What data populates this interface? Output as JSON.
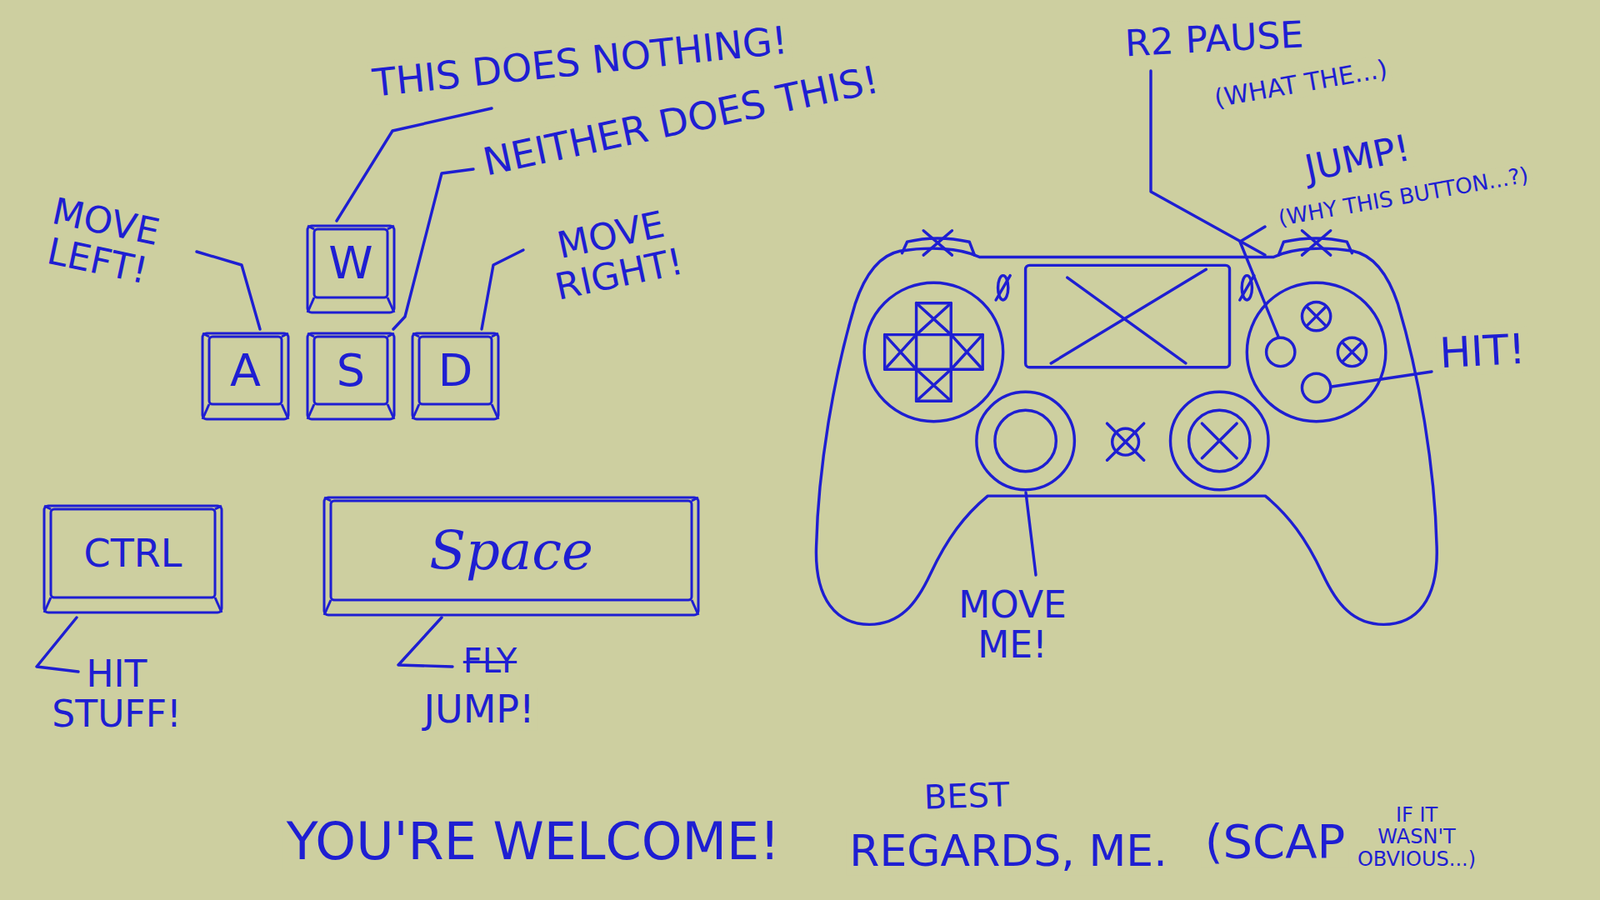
{
  "diagram": {
    "nodes": [
      {
        "text": [
          "W"
        ]
      },
      {
        "text": [
          "A"
        ]
      },
      {
        "text": [
          "S"
        ]
      },
      {
        "text": [
          "D"
        ]
      },
      {
        "text": [
          "CTRL"
        ]
      },
      {
        "text": [
          "Space"
        ]
      }
    ],
    "labels": [
      "THIS DOES NOTHING!",
      "NEITHER DOES THIS!",
      "MOVE LEFT!",
      "MOVE RIGHT!",
      "HIT STUFF!",
      "FLY",
      "JUMP!",
      "R2 PAUSE",
      "(WHAT THE...)",
      "JUMP!",
      "(WHY THIS BUTTON...?)",
      "HIT!",
      "MOVE ME!",
      "YOU'RE WELCOME!",
      "BEST",
      "REGARDS, ME.",
      "(SCAP",
      "IF IT WASN'T OBVIOUS...)"
    ]
  }
}
